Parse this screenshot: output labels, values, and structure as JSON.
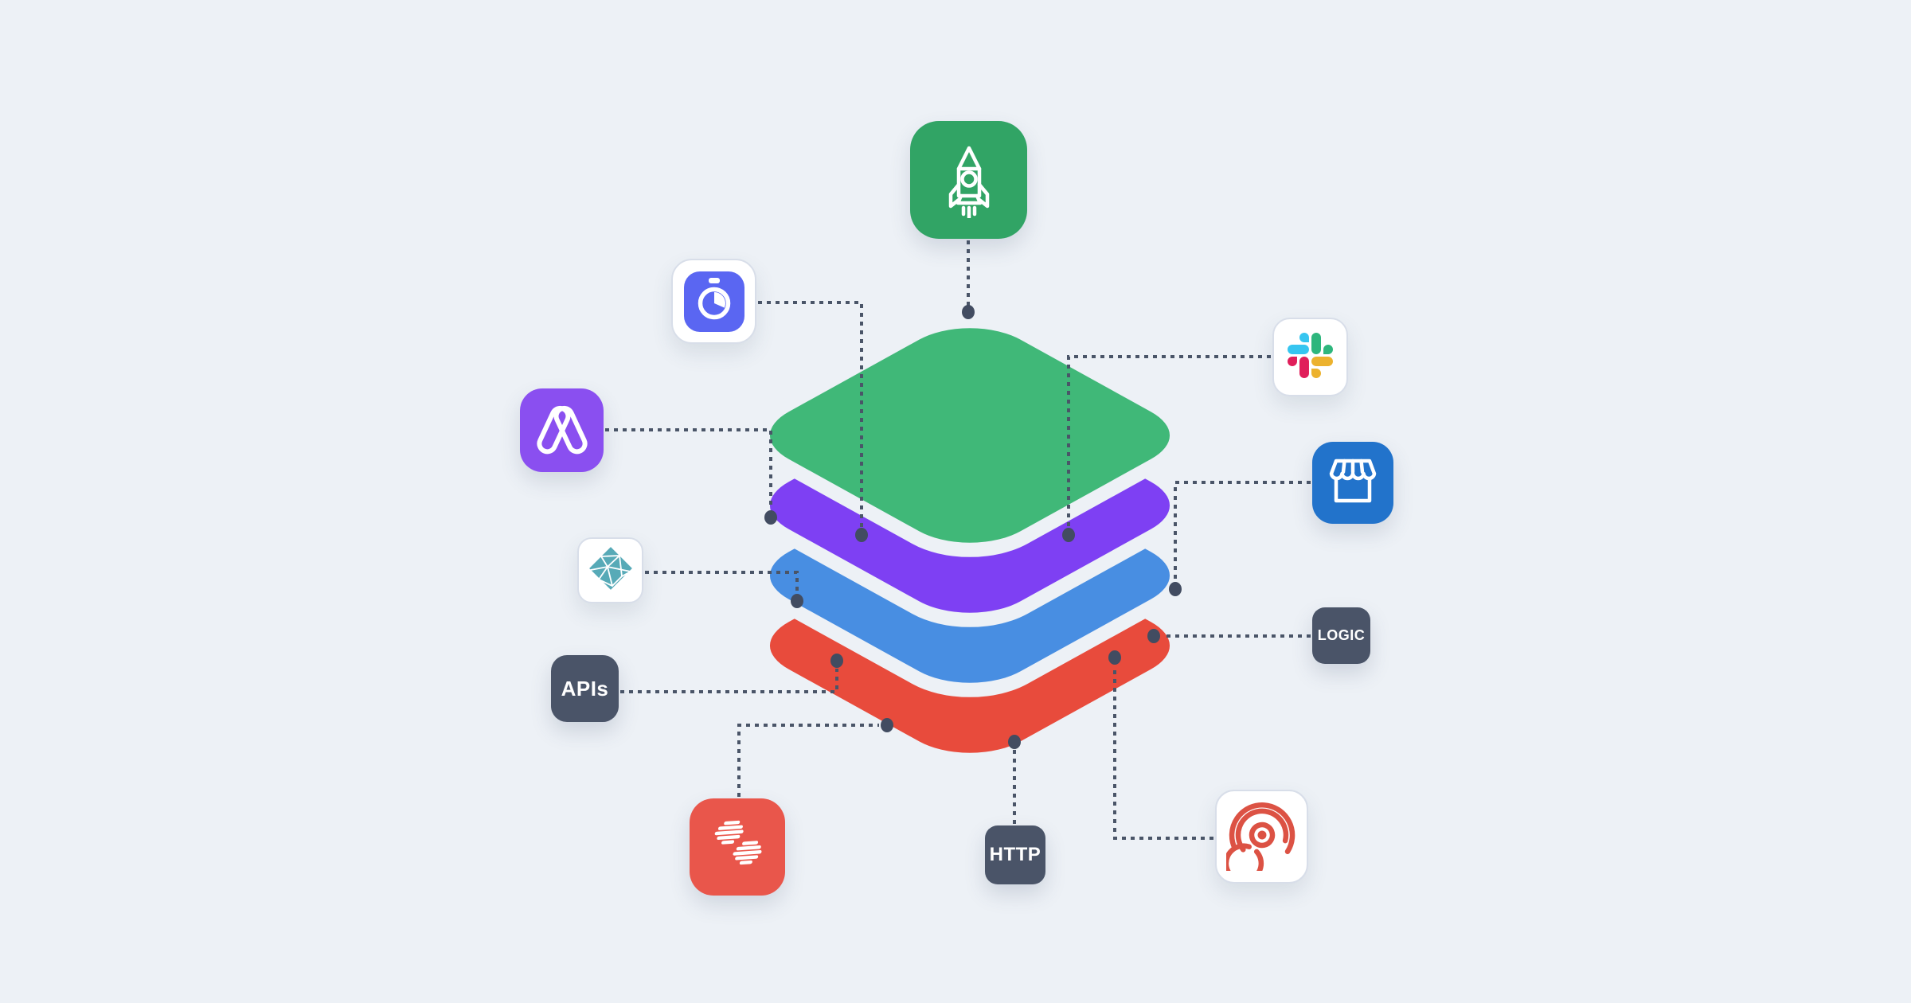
{
  "diagram": {
    "name": "layered-integration-stack",
    "background_color": "#edf1f6",
    "connector_color": "#4a5568",
    "connector_dot_color": "#424c61",
    "stack_layers": [
      {
        "id": "top-layer",
        "color": "#40b878"
      },
      {
        "id": "second-layer",
        "color": "#7e40f3"
      },
      {
        "id": "third-layer",
        "color": "#488ee2"
      },
      {
        "id": "bottom-layer",
        "color": "#e84b3c"
      }
    ],
    "badges": {
      "logic": "LOGIC",
      "apis": "APIs",
      "http": "HTTP"
    },
    "nodes": [
      {
        "id": "rocket",
        "icon": "rocket-icon",
        "style": "green-tile",
        "color": "#31a465"
      },
      {
        "id": "timer",
        "icon": "stopwatch-icon",
        "style": "white-card",
        "color": "#5a66f2"
      },
      {
        "id": "monogram-a",
        "icon": "a-monogram-icon",
        "style": "purple-tile",
        "color": "#8a4ff0"
      },
      {
        "id": "slack",
        "icon": "slack-icon",
        "style": "white-card",
        "colors": [
          "#36c5f0",
          "#2eb67d",
          "#e01e5a",
          "#ecb22e"
        ]
      },
      {
        "id": "storefront",
        "icon": "storefront-icon",
        "style": "blue-tile",
        "color": "#2273cb"
      },
      {
        "id": "netlify",
        "icon": "shattered-diamond-icon",
        "style": "white-card",
        "color": "#57aab7"
      },
      {
        "id": "logic",
        "label": "LOGIC",
        "style": "dark-badge",
        "color": "#4a5468"
      },
      {
        "id": "apis",
        "label": "APIs",
        "style": "dark-badge",
        "color": "#4a5468"
      },
      {
        "id": "stripes",
        "icon": "striped-s-icon",
        "style": "red-tile",
        "color": "#e9564b"
      },
      {
        "id": "http",
        "label": "HTTP",
        "style": "dark-badge",
        "color": "#4a5468"
      },
      {
        "id": "ripple",
        "icon": "concentric-arcs-icon",
        "style": "white-card",
        "color": "#dc5244"
      }
    ]
  }
}
